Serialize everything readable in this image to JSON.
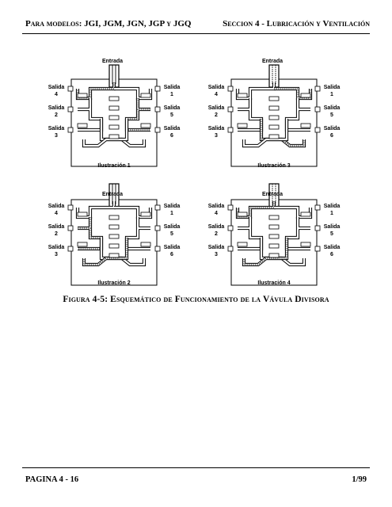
{
  "header": {
    "left": "Para modelos: JGI, JGM, JGN, JGP y JGQ",
    "right": "Seccion 4 - Lubricación y Ventilación"
  },
  "figures": [
    {
      "id": "1",
      "entrada": "Entrada",
      "title": "Ilustración 1",
      "left_outlets": [
        "Salida\n4",
        "Salida\n2",
        "Salida\n3"
      ],
      "right_outlets": [
        "Salida\n1",
        "Salida\n5",
        "Salida\n6"
      ]
    },
    {
      "id": "3",
      "entrada": "Entrada",
      "title": "Ilustración 3",
      "left_outlets": [
        "Salida\n4",
        "Salida\n2",
        "Salida\n3"
      ],
      "right_outlets": [
        "Salida\n1",
        "Salida\n5",
        "Salida\n6"
      ]
    },
    {
      "id": "2",
      "entrada": "Entrada",
      "title": "Ilustración 2",
      "left_outlets": [
        "Salida\n4",
        "Salida\n2",
        "Salida\n3"
      ],
      "right_outlets": [
        "Salida\n1",
        "Salida\n5",
        "Salida\n6"
      ]
    },
    {
      "id": "4",
      "entrada": "Entrada",
      "title": "Ilustración 4",
      "left_outlets": [
        "Salida\n4",
        "Salida\n2",
        "Salida\n3"
      ],
      "right_outlets": [
        "Salida\n1",
        "Salida\n5",
        "Salida\n6"
      ]
    }
  ],
  "caption": "Figura 4-5: Esquemático de Funcionamiento de la Vávula Divisora",
  "footer": {
    "left": "PAGINA 4 - 16",
    "right": "1/99"
  }
}
